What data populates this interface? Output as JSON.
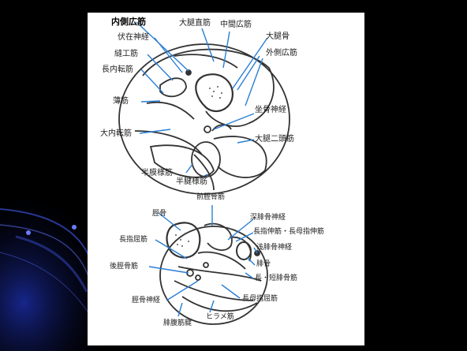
{
  "thigh_labels": {
    "vastus_medialis": "内側広筋",
    "saphenous_nerve": "伏在神経",
    "sartorius": "縫工筋",
    "adductor_longus": "長内転筋",
    "gracilis": "薄筋",
    "adductor_magnus": "大内転筋",
    "semimembranosus": "半膜様筋",
    "semitendinosus": "半腱様筋",
    "rectus_femoris": "大腿直筋",
    "vastus_intermedius": "中間広筋",
    "femur": "大腿骨",
    "vastus_lateralis": "外側広筋",
    "sciatic_nerve": "坐骨神経",
    "biceps_femoris": "大腿二頭筋"
  },
  "leg_labels": {
    "anterior_tibial": "前脛骨筋",
    "tibia": "脛骨",
    "deep_peroneal_nerve": "深腓骨神経",
    "toe_extensors": "長指伸筋・長母指伸筋",
    "flexor_digitorum_longus": "長指屈筋",
    "superficial_peroneal_nerve": "浅腓骨神経",
    "fibula": "腓骨",
    "tibialis_posterior": "後脛骨筋",
    "peroneus": "長・短腓骨筋",
    "flexor_hallucis_longus": "長母指屈筋",
    "tibial_nerve": "脛骨神経",
    "soleus": "ヒラメ筋",
    "calcaneal_tendon": "腓腹筋腱"
  }
}
